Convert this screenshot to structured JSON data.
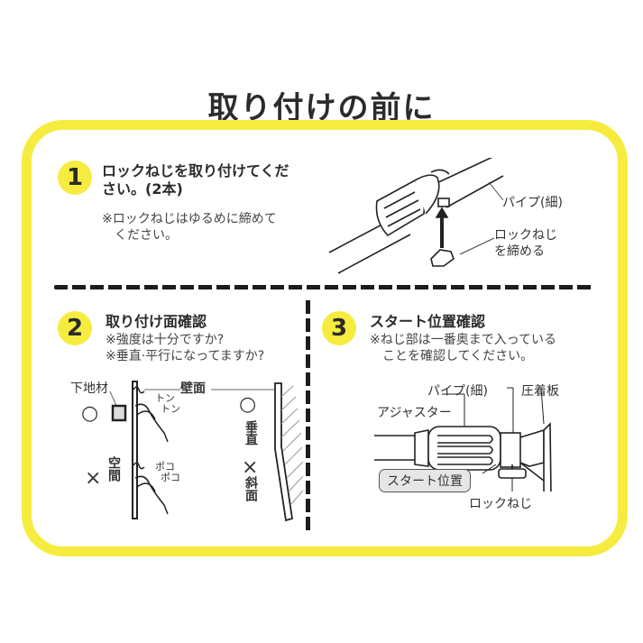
{
  "page": {
    "title": "取り付けの前に"
  },
  "colors": {
    "accent_yellow": "#f6ec3f",
    "text": "#2b2b2b",
    "dash": "#1c1c1c"
  },
  "step1": {
    "number": "1",
    "heading_line1": "ロックねじを取り付けてくだ",
    "heading_line2": "さい。(2本)",
    "note_line1": "※ロックねじはゆるめに締めて",
    "note_line2": "ください。",
    "diagram": {
      "pipe_label": "パイプ(細)",
      "screw_label_line1": "ロックねじ",
      "screw_label_line2": "を締める"
    }
  },
  "step2": {
    "number": "2",
    "heading": "取り付け面確認",
    "note_line1": "※強度は十分ですか?",
    "note_line2": "※垂直·平行になってますか?",
    "diagram": {
      "base_material_label": "下地材",
      "wall_label": "壁面",
      "knock_sound_ok": "トン\nトン",
      "knock_sound_ok_line1": "トン",
      "knock_sound_ok_line2": "トン",
      "knock_sound_ng_line1": "ポコ",
      "knock_sound_ng_line2": "ポコ",
      "ok_mark": "○",
      "ng_mark": "×",
      "hollow_label": "空間",
      "vertical_label": "垂直",
      "slope_label": "斜面"
    }
  },
  "step3": {
    "number": "3",
    "heading": "スタート位置確認",
    "note_line1": "※ねじ部は一番奥まで入っている",
    "note_line2": "ことを確認してください。",
    "diagram": {
      "pipe_label": "パイプ(細)",
      "pressure_plate_label": "圧着板",
      "adjuster_label": "アジャスター",
      "start_position_label": "スタート位置",
      "lock_screw_label": "ロックねじ"
    }
  }
}
